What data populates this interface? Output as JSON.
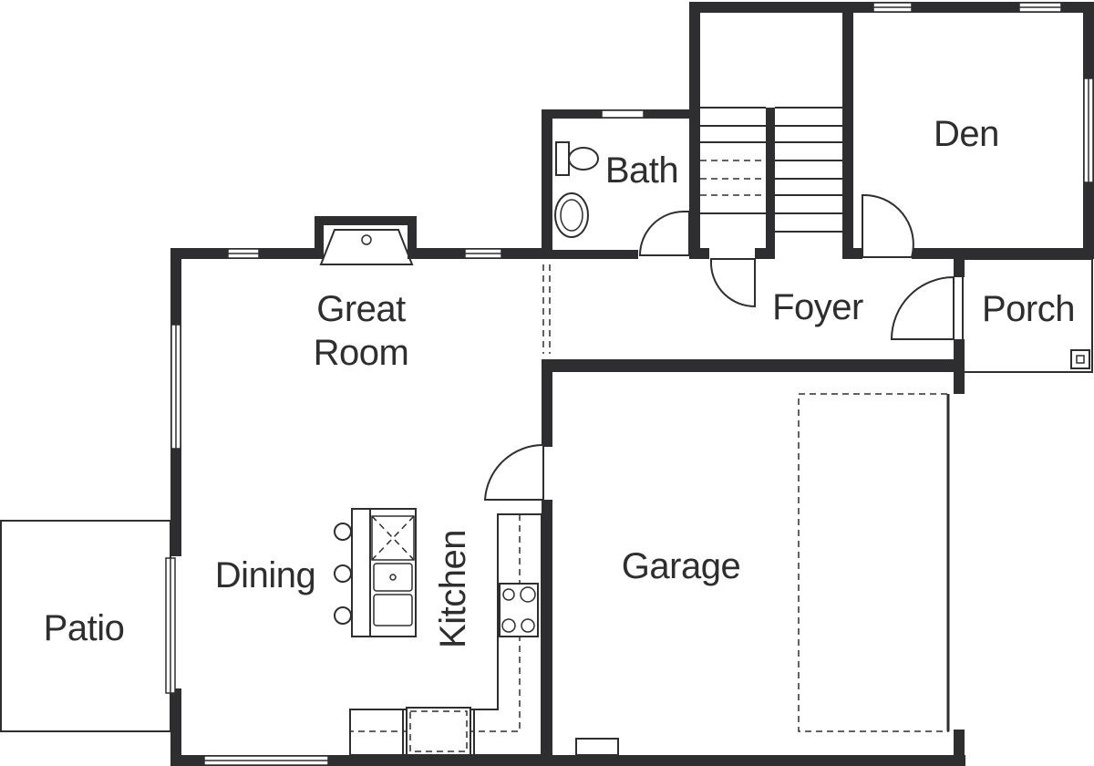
{
  "plan": {
    "rooms": {
      "great_room_line1": "Great",
      "great_room_line2": "Room",
      "bath": "Bath",
      "den": "Den",
      "foyer": "Foyer",
      "porch": "Porch",
      "dining": "Dining",
      "kitchen": "Kitchen",
      "garage": "Garage",
      "patio": "Patio"
    },
    "colors": {
      "wall": "#2e2e30",
      "background": "#ffffff"
    }
  }
}
